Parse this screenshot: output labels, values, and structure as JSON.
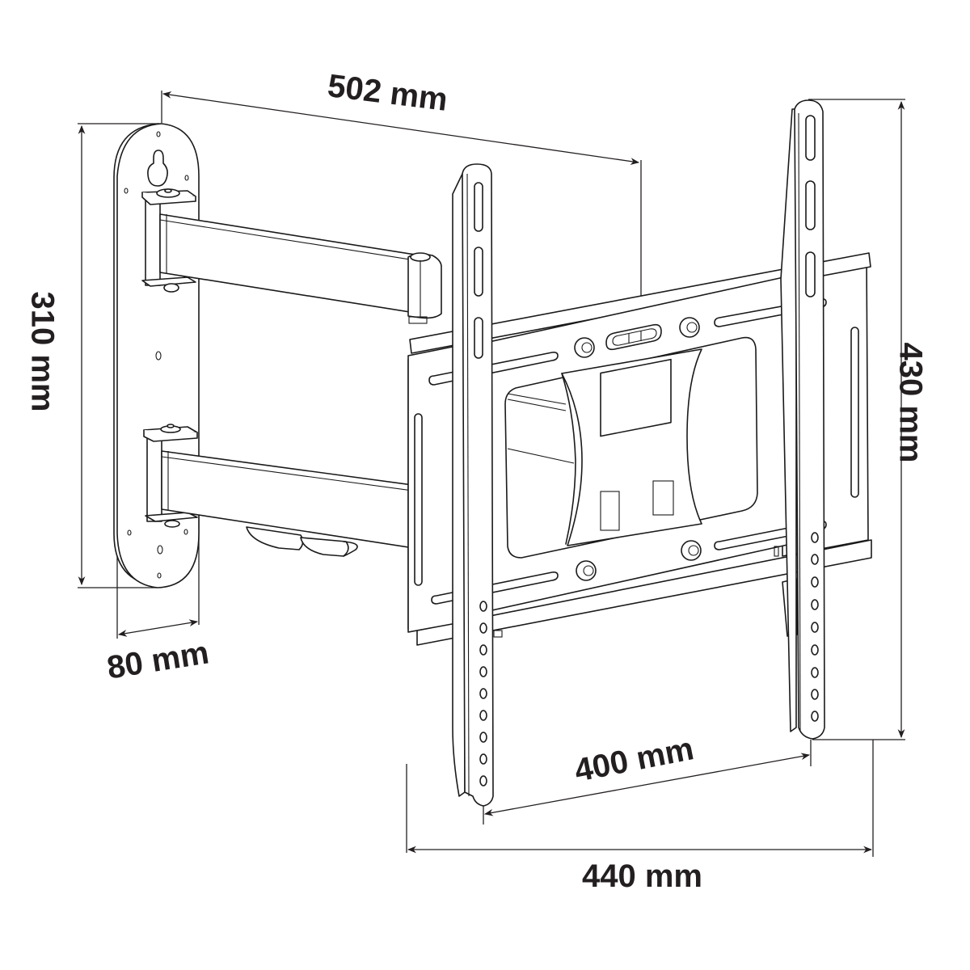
{
  "figure": {
    "subject": "Full-motion TV wall mount bracket",
    "colors": {
      "line": "#1a1a1a",
      "text": "#231f20",
      "background": "#ffffff"
    }
  },
  "dimensions": {
    "arm_extension": {
      "label": "502 mm",
      "value": 502,
      "unit": "mm"
    },
    "wall_plate_height": {
      "label": "310 mm",
      "value": 310,
      "unit": "mm"
    },
    "wall_plate_width": {
      "label": "80 mm",
      "value": 80,
      "unit": "mm"
    },
    "rail_height": {
      "label": "430 mm",
      "value": 430,
      "unit": "mm"
    },
    "vesa_spacing": {
      "label": "400 mm",
      "value": 400,
      "unit": "mm"
    },
    "overall_width": {
      "label": "440 mm",
      "value": 440,
      "unit": "mm"
    }
  },
  "components": [
    {
      "id": "wall-plate",
      "label": "Wall plate"
    },
    {
      "id": "upper-arm",
      "label": "Upper swing arm"
    },
    {
      "id": "lower-arm",
      "label": "Lower swing arm"
    },
    {
      "id": "tv-bracket-frame",
      "label": "TV bracket frame"
    },
    {
      "id": "bubble-level",
      "label": "Bubble level"
    },
    {
      "id": "left-vertical-rail",
      "label": "Left vertical rail"
    },
    {
      "id": "right-vertical-rail",
      "label": "Right vertical rail"
    }
  ]
}
